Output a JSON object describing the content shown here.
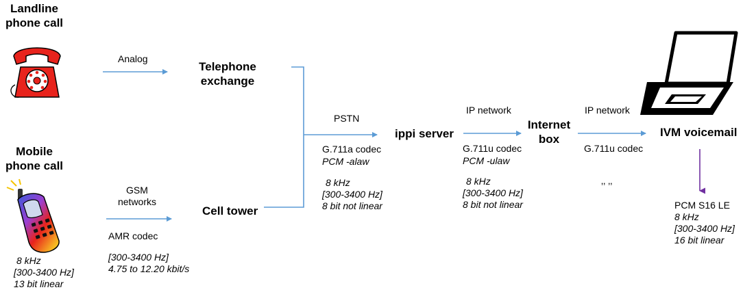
{
  "sources": {
    "landline": {
      "line1": "Landline",
      "line2": "phone call"
    },
    "mobile": {
      "line1": "Mobile",
      "line2": "phone call",
      "specs": [
        "8 kHz",
        "[300-3400 Hz]",
        "13 bit linear"
      ]
    }
  },
  "links": {
    "analog": "Analog",
    "gsm": {
      "line1": "GSM",
      "line2": "networks"
    },
    "amr": {
      "codec": "AMR codec",
      "specs": [
        "[300-3400 Hz]",
        "4.75 to 12.20 kbit/s"
      ]
    },
    "pstn": "PSTN",
    "ip1": "IP network",
    "ip2": "IP network",
    "ditto": "‚‚ ‚‚"
  },
  "nodes": {
    "exchange": {
      "line1": "Telephone",
      "line2": "exchange"
    },
    "tower": "Cell tower",
    "ippi": "ippi server",
    "box": {
      "line1": "Internet",
      "line2": "box"
    },
    "ivm": "IVM voicemail"
  },
  "codecs": {
    "g711a": {
      "codec": "G.711a codec",
      "sub": "PCM -alaw",
      "specs": [
        "8 kHz",
        "[300-3400 Hz]",
        "8 bit not linear"
      ]
    },
    "g711u_1": {
      "codec": "G.711u codec",
      "sub": "PCM -ulaw",
      "specs": [
        "8 kHz",
        "[300-3400 Hz]",
        "8 bit not linear"
      ]
    },
    "g711u_2": {
      "codec": "G.711u codec"
    },
    "pcm": {
      "codec": "PCM S16 LE",
      "specs": [
        "8 kHz",
        "[300-3400 Hz]",
        "16 bit linear"
      ]
    }
  },
  "colors": {
    "arrow": "#5b9bd5",
    "arrow_purple": "#7030a0",
    "phone_red": "#e8231c"
  },
  "icons": [
    "rotary-phone-icon",
    "mobile-phone-icon",
    "laptop-icon"
  ]
}
